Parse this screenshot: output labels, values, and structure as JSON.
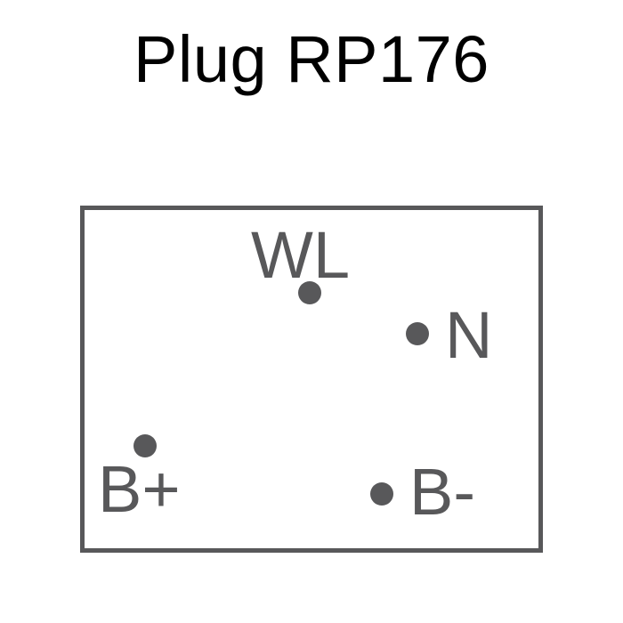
{
  "title": "Plug RP176",
  "colors": {
    "outline": "#58585a",
    "title_text": "#000000"
  },
  "pins": {
    "wl": "WL",
    "n": "N",
    "b_plus": "B+",
    "b_minus": "B-"
  }
}
